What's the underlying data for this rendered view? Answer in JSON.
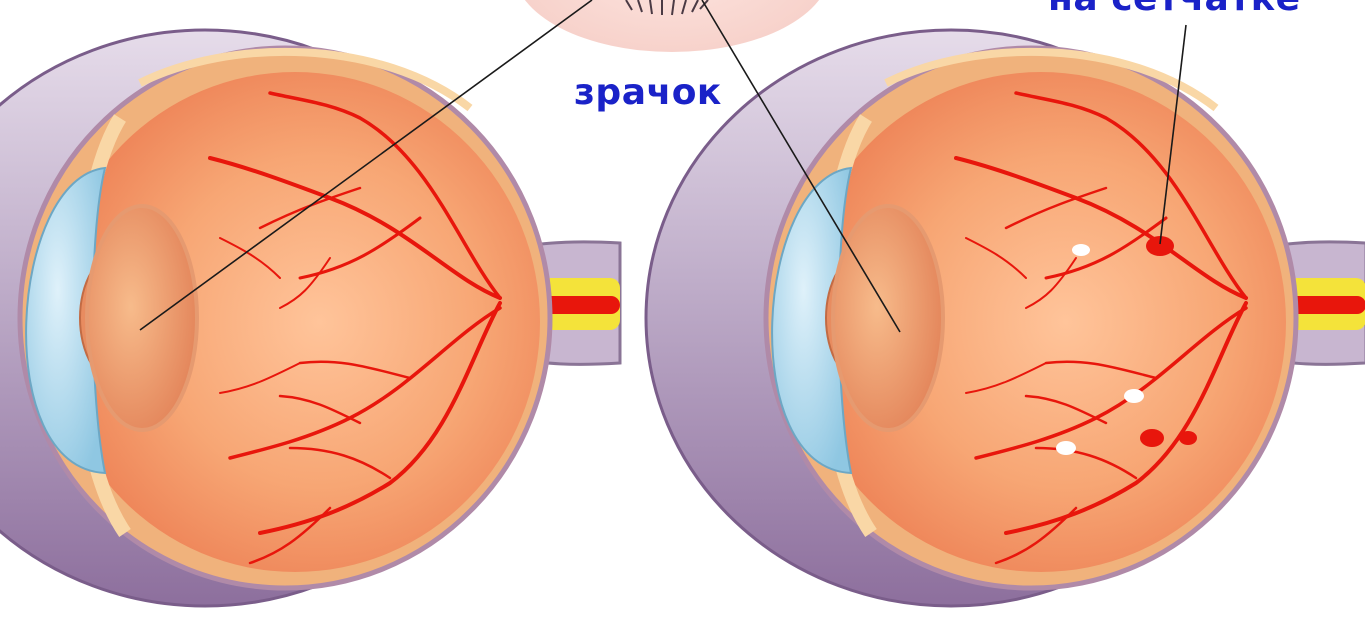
{
  "labels": {
    "pupil": "зрачок",
    "retina_partial": "на сетчатке"
  },
  "colors": {
    "label_text": "#1a22c8",
    "vessel": "#e8160c",
    "vitreous": "#f6a06e",
    "cornea": "#a9d8ee",
    "sclera": "#b7a3c2",
    "optic_nerve_yellow": "#f4e33a",
    "lesion_white": "#ffffff"
  },
  "figures": [
    {
      "id": "eye-left",
      "state": "normal"
    },
    {
      "id": "eye-right",
      "state": "with-lesions"
    }
  ]
}
